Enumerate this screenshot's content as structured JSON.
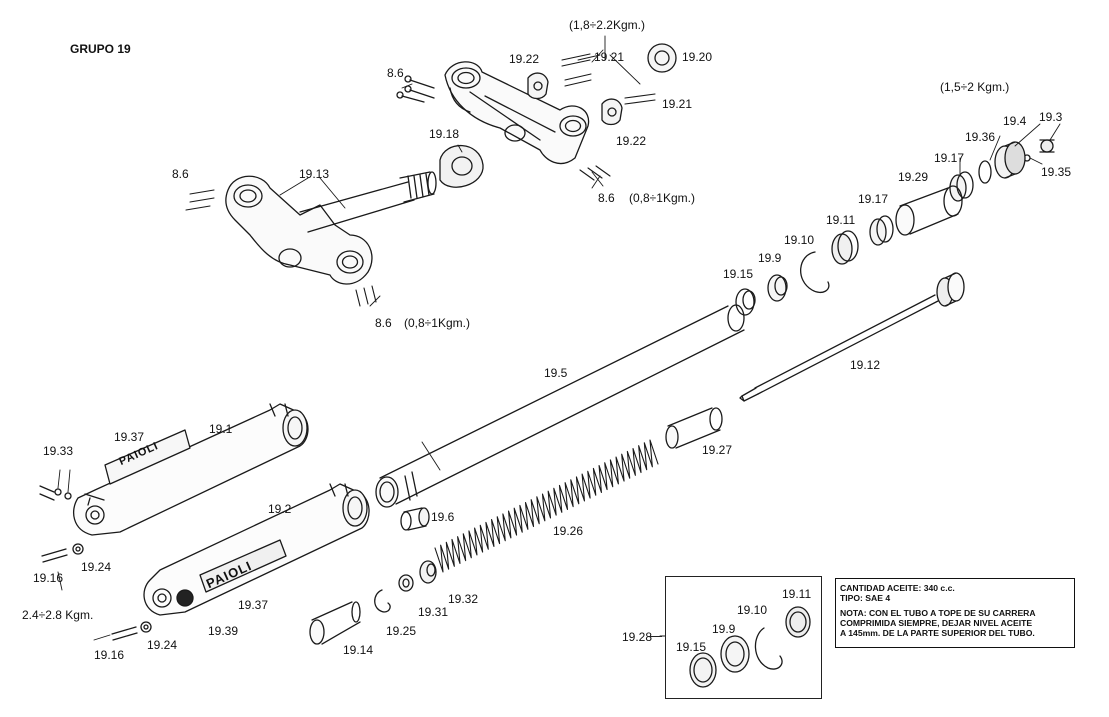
{
  "group_title": "GRUPO 19",
  "labels": {
    "p19_1": "19.1",
    "p19_2": "19.2",
    "p19_3": "19.3",
    "p19_4": "19.4",
    "p19_5": "19.5",
    "p19_6": "19.6",
    "p19_9": "19.9",
    "p19_10": "19.10",
    "p19_11": "19.11",
    "p19_12": "19.12",
    "p19_13": "19.13",
    "p19_14": "19.14",
    "p19_15": "19.15",
    "p19_16a": "19.16",
    "p19_16b": "19.16",
    "p19_17a": "19.17",
    "p19_17b": "19.17",
    "p19_18": "19.18",
    "p19_20": "19.20",
    "p19_21a": "19.21",
    "p19_21b": "19.21",
    "p19_22a": "19.22",
    "p19_22b": "19.22",
    "p19_24a": "19.24",
    "p19_24b": "19.24",
    "p19_25": "19.25",
    "p19_26": "19.26",
    "p19_27": "19.27",
    "p19_28": "19.28",
    "p19_29": "19.29",
    "p19_31": "19.31",
    "p19_32": "19.32",
    "p19_33": "19.33",
    "p19_35": "19.35",
    "p19_36": "19.36",
    "p19_37a": "19.37",
    "p19_37b": "19.37",
    "p19_39": "19.39",
    "p8_6a": "8.6",
    "p8_6b": "8.6",
    "p8_6c": "8.6",
    "p8_6d": "8.6",
    "kit_19_9": "19.9",
    "kit_19_10": "19.10",
    "kit_19_11": "19.11",
    "kit_19_15": "19.15"
  },
  "torques": {
    "top_clamp": "(1,8÷2.2Kgm.)",
    "cap": "(1,5÷2 Kgm.)",
    "upper_bolts": "(0,8÷1Kgm.)",
    "lower_bolts": "(0,8÷1Kgm.)",
    "axle_bolts": "2.4÷2.8 Kgm."
  },
  "fork_leg_brand": "PAIOLI",
  "oil_note": {
    "line1": "CANTIDAD ACEITE: 340 c.c.",
    "line2": "TIPO: SAE 4",
    "line3": "NOTA: CON EL TUBO A TOPE DE SU CARRERA",
    "line4": "COMPRIMIDA SIEMPRE, DEJAR NIVEL ACEITE",
    "line5": "A 145mm. DE LA PARTE SUPERIOR DEL TUBO."
  }
}
